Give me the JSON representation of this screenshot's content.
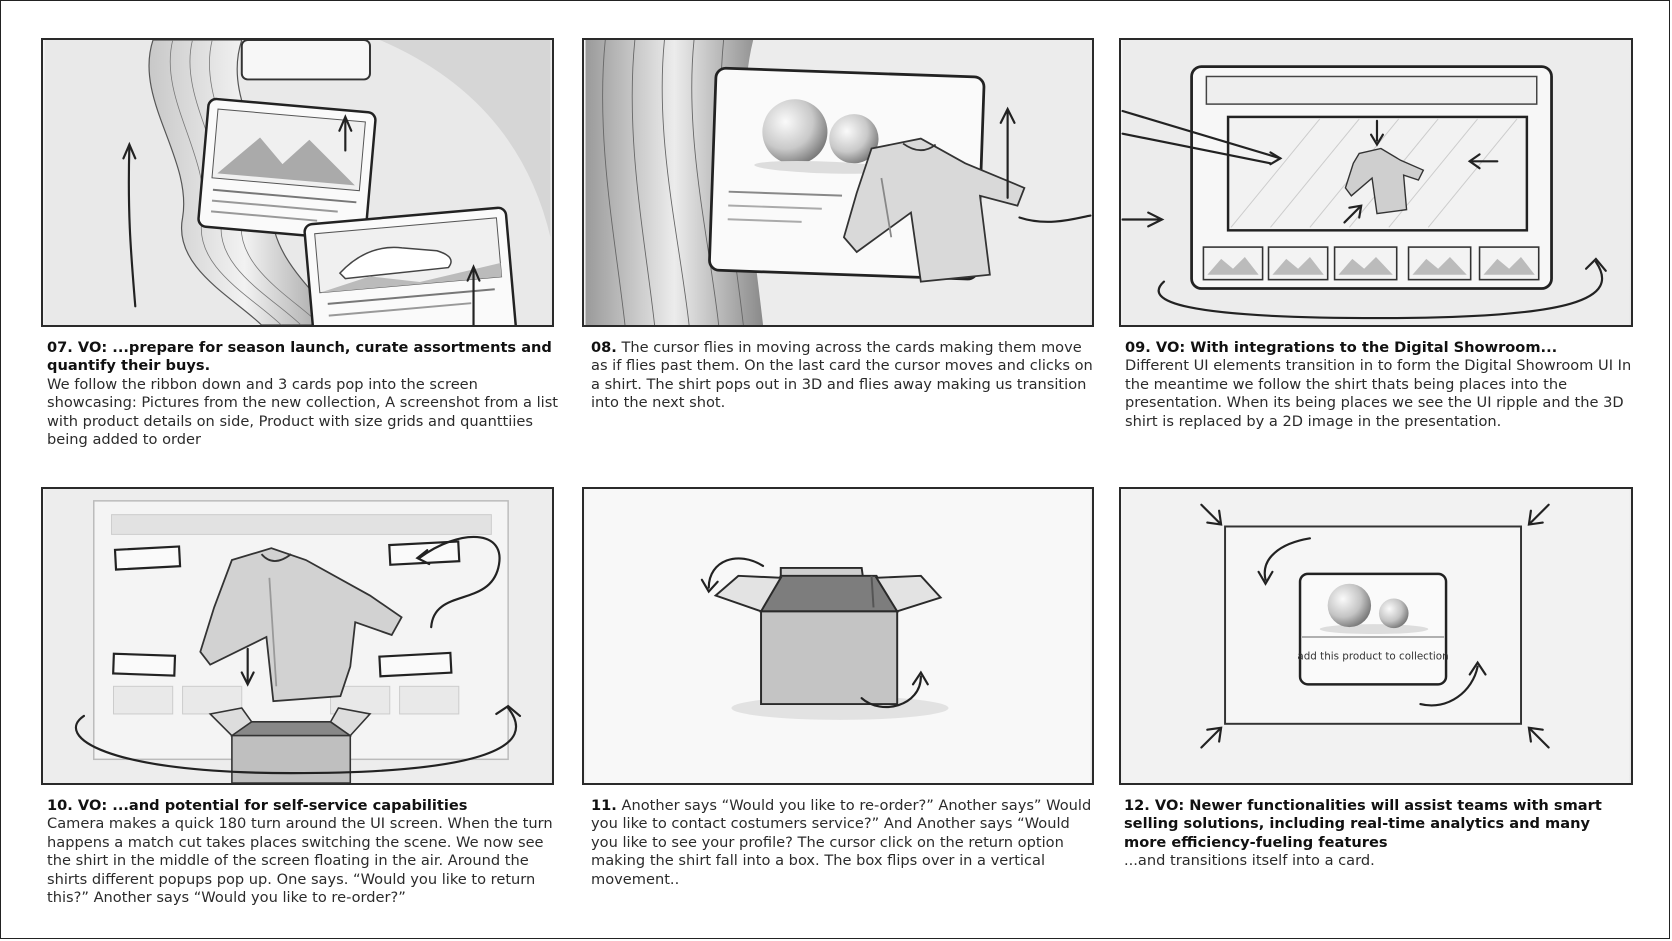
{
  "panels": [
    {
      "id": "07",
      "heading": "07. VO: ...prepare for season launch, curate assortments and quantify their buys.",
      "text": "We follow the ribbon down and 3 cards pop into the screen showcasing: Pictures from the new collection, A screenshot from a list with product details on side, Product with size grids and quanttiies being added to order"
    },
    {
      "id": "08",
      "number": "08.",
      "text": "The cursor flies in moving across the cards making them move as if flies past them. On the last card the cursor moves and clicks on a shirt. The shirt pops out in 3D and flies away making us transition into the next shot."
    },
    {
      "id": "09",
      "heading": "09. VO: With integrations to the Digital Showroom...",
      "text": "Different UI elements transition in to form the Digital Showroom UI In the meantime we follow the shirt thats being places into the presentation. When its being places we see the UI ripple and the 3D shirt is replaced by a 2D image in the presentation."
    },
    {
      "id": "10",
      "heading": "10. VO: ...and potential for self-service capabilities",
      "text": "Camera makes a quick 180 turn around the UI screen. When the turn happens a match cut takes places switching the scene. We now see the shirt in the middle of the screen floating in the air. Around the shirts different popups pop up. One says. “Would you like to return this?” Another says “Would you like to re-order?”"
    },
    {
      "id": "11",
      "number": "11.",
      "text": "Another says “Would you like to re-order?” Another says” Would you like to contact costumers service?” And Another says “Would you like to see your profile? The cursor click on the return option making the shirt fall into a box. The box flips over in a vertical movement.."
    },
    {
      "id": "12",
      "heading": "12. VO: Newer functionalities will assist teams with smart selling solutions, including real-time analytics and many more efficiency-fueling features",
      "text": "...and transitions itself into a card."
    }
  ],
  "card_label": "add this product to collection",
  "colors": {
    "ink": "#2a2a2a",
    "paper": "#f0f0f0",
    "shade": "#bdbdbd"
  }
}
